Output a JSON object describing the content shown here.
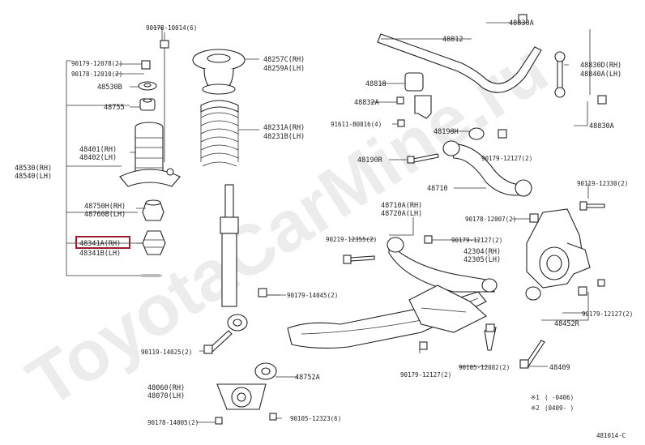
{
  "watermark": "ToyotaCarMine.ru",
  "diagram_id": "481014-C",
  "footnotes": [
    {
      "mark": "※1",
      "text": "(  -0406)"
    },
    {
      "mark": "※2",
      "text": "(0409-   )"
    }
  ],
  "highlight_color": "#9b1c31",
  "labels": {
    "l01": "90178-10014(6)",
    "l02": "90179-12078(2)",
    "l03": "90178-12010(2)",
    "l04": "48530B",
    "l05": "48755",
    "l06a": "48401(RH)",
    "l06b": "48402(LH)",
    "l07a": "48530(RH)",
    "l07b": "48540(LH)",
    "l08a": "48750H(RH)",
    "l08b": "48760B(LH)",
    "l09a": "48341A(RH)",
    "l09b": "48341B(LH)",
    "l10a": "48257C(RH)",
    "l10b": "48259A(LH)",
    "l11a": "48231A(RH)",
    "l11b": "48231B(LH)",
    "l12": "90179-14045(2)",
    "l13": "90119-14025(2)",
    "l14": "48752A",
    "l15a": "48060(RH)",
    "l15b": "48070(LH)",
    "l16": "90178-14005(2)",
    "l17": "90105-12323(6)",
    "l18": "48812",
    "l19": "48830A",
    "l20a": "48830D(RH)",
    "l20b": "48840A(LH)",
    "l21": "48818",
    "l22": "48832A",
    "l23": "91611-B0816(4)",
    "l24": "48198H",
    "l25": "48830A",
    "l26": "48190R",
    "l27": "90179-12127(2)",
    "l28": "48710",
    "l29": "90119-12330(2)",
    "l30": "90178-12007(2)",
    "l31a": "48710A(RH)",
    "l31b": "48720A(LH)",
    "l32": "90219-12355(2)",
    "l33": "90179-12127(2)",
    "l34a": "42304(RH)",
    "l34b": "42305(LH)",
    "l35": "90179-12127(2)",
    "l36": "48452R",
    "l37": "90179-12127(2)",
    "l38": "90105-12082(2)",
    "l39": "48409"
  }
}
